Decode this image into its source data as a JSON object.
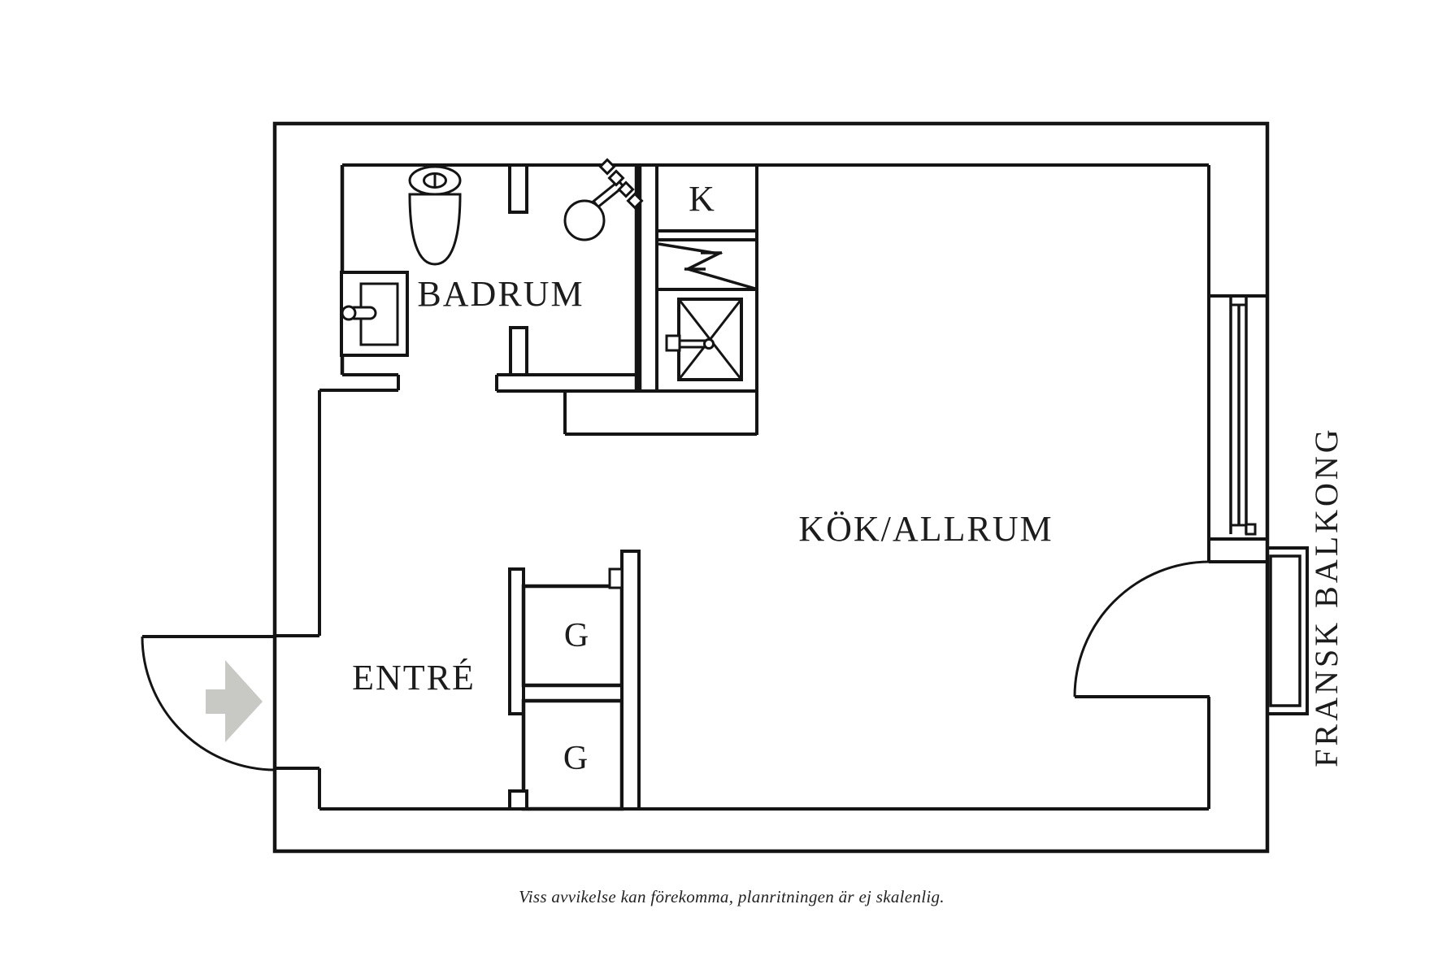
{
  "floorplan": {
    "rooms": {
      "badrum": "BADRUM",
      "entre": "ENTRÉ",
      "kok_allrum": "KÖK/ALLRUM",
      "fransk_balkong": "FRANSK BALKONG"
    },
    "labels": {
      "fridge": "K",
      "wardrobe_upper": "G",
      "wardrobe_lower": "G"
    },
    "caption": "Viss avvikelse kan förekomma, planritningen är ej skalenlig.",
    "colors": {
      "line": "#141414",
      "background": "#ffffff",
      "entry_arrow": "#c8c8c5"
    }
  }
}
